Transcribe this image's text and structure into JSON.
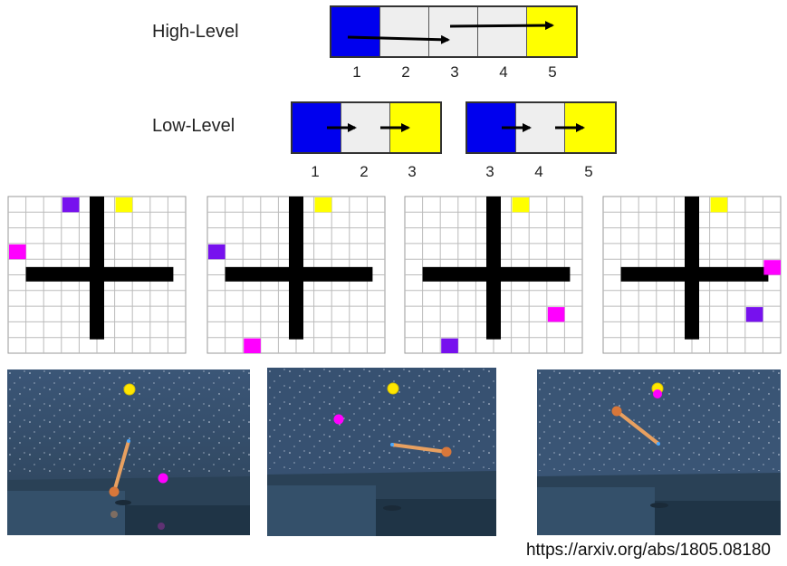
{
  "labels": {
    "high_level": "High-Level",
    "low_level": "Low-Level"
  },
  "colors": {
    "start": "#0000ee",
    "goal": "#ffff00",
    "mid": "#eeeeee",
    "agent_purple": "#7711ee",
    "agent_magenta": "#ff00ff",
    "wall": "#000000"
  },
  "high_level": {
    "cells": [
      "start",
      "mid",
      "mid",
      "mid",
      "goal"
    ],
    "numbers": [
      "1",
      "2",
      "3",
      "4",
      "5"
    ]
  },
  "low_level": [
    {
      "cells": [
        "start",
        "mid",
        "goal"
      ],
      "numbers": [
        "1",
        "2",
        "3"
      ]
    },
    {
      "cells": [
        "start",
        "mid",
        "goal"
      ],
      "numbers": [
        "3",
        "4",
        "5"
      ]
    }
  ],
  "grid_panels": [
    {
      "agent": "agent_purple",
      "agent_cell": [
        3,
        0
      ],
      "goal_cell": [
        6,
        0
      ],
      "sub_goal": "agent_magenta",
      "sub_goal_cell": [
        0,
        3
      ]
    },
    {
      "agent": "agent_purple",
      "agent_cell": [
        0,
        3
      ],
      "goal_cell": [
        6,
        0
      ],
      "sub_goal": "agent_magenta",
      "sub_goal_cell": [
        2,
        9
      ]
    },
    {
      "agent": "agent_purple",
      "agent_cell": [
        2,
        9
      ],
      "goal_cell": [
        6,
        0
      ],
      "sub_goal": "agent_magenta",
      "sub_goal_cell": [
        8,
        7
      ]
    },
    {
      "agent": "agent_purple",
      "agent_cell": [
        8,
        7
      ],
      "goal_cell": [
        6,
        0
      ],
      "sub_goal": "agent_magenta",
      "sub_goal_cell": [
        9,
        4
      ]
    }
  ],
  "footer": {
    "url": "https://arxiv.org/abs/1805.08180"
  }
}
